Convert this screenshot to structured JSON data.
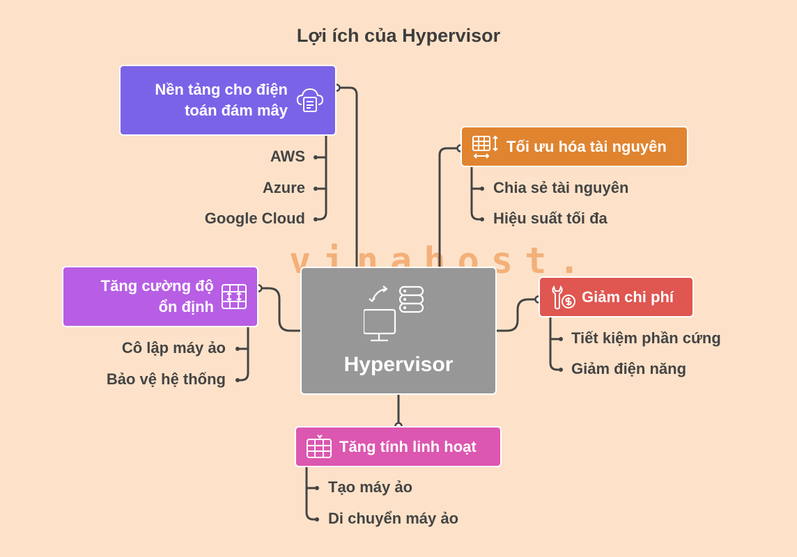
{
  "title": "Lợi ích của Hypervisor",
  "watermark": "vinahost.",
  "center": {
    "label": "Hypervisor",
    "color": "#979797",
    "icons": [
      "sync-arrows-icon",
      "server-stack-icon",
      "monitor-icon"
    ]
  },
  "branches": [
    {
      "label": "Nền tảng cho điện toán đám mây",
      "color": "#7b63e8",
      "icon": "cloud-document-icon",
      "items": [
        "AWS",
        "Azure",
        "Google Cloud"
      ]
    },
    {
      "label": "Tối ưu hóa tài nguyên",
      "color": "#e08430",
      "icon": "table-resize-icon",
      "items": [
        "Chia sẻ tài nguyên",
        "Hiệu suất tối đa"
      ]
    },
    {
      "label": "Tăng cường độ ổn định",
      "color": "#b75ee5",
      "icon": "table-arrows-icon",
      "items": [
        "Cô lập máy ảo",
        "Bảo vệ hệ thống"
      ]
    },
    {
      "label": "Giảm chi phí",
      "color": "#e05650",
      "icon": "wrench-dollar-icon",
      "items": [
        "Tiết kiệm phần cứng",
        "Giảm điện năng"
      ]
    },
    {
      "label": "Tăng tính linh hoạt",
      "color": "#dc57b0",
      "icon": "table-edit-icon",
      "items": [
        "Tạo máy ảo",
        "Di chuyển máy ảo"
      ]
    }
  ]
}
